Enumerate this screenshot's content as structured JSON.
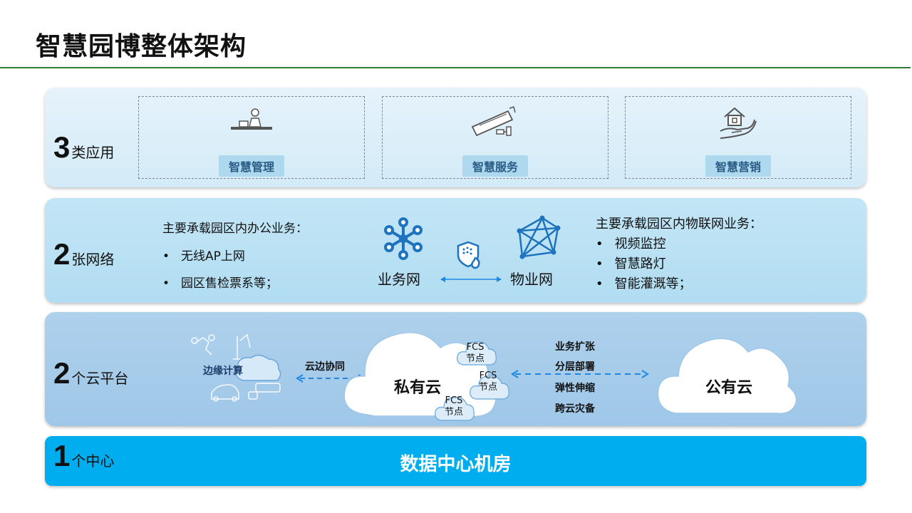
{
  "title": "智慧园博整体架构",
  "tiers": {
    "apps": {
      "num": "3",
      "text": "类应用",
      "items": [
        {
          "label": "智慧管理",
          "icon": "manager-desk-icon"
        },
        {
          "label": "智慧服务",
          "icon": "surveillance-camera-icon"
        },
        {
          "label": "智慧营销",
          "icon": "house-in-hand-icon"
        }
      ]
    },
    "networks": {
      "num": "2",
      "text": "张网络",
      "left_heading": "主要承载园区内办公业务：",
      "left_items": [
        "无线AP上网",
        "园区售检票系等；"
      ],
      "biz_net": "业务网",
      "iot_net": "物业网",
      "right_heading": "主要承载园区内物联网业务：",
      "right_items": [
        "视频监控",
        "智慧路灯",
        "智能灌溉等；"
      ]
    },
    "clouds": {
      "num": "2",
      "text": "个云平台",
      "edge_label": "边缘计算",
      "cloud_edge": "云边协同",
      "private_cloud": "私有云",
      "fcs_node": [
        "FCS",
        "节点"
      ],
      "public_cloud": "公有云",
      "hybrid_features": [
        "业务扩张",
        "分层部署",
        "弹性伸缩",
        "跨云灾备"
      ]
    },
    "center": {
      "num": "1",
      "text": "个中心",
      "label": "数据中心机房"
    }
  },
  "colors": {
    "accent_green": "#2e7d32",
    "datacenter_blue": "#00aeef",
    "arrow_blue": "#1e88e5",
    "pill_bg": "#aed8ee",
    "pill_text": "#2a5b85"
  }
}
